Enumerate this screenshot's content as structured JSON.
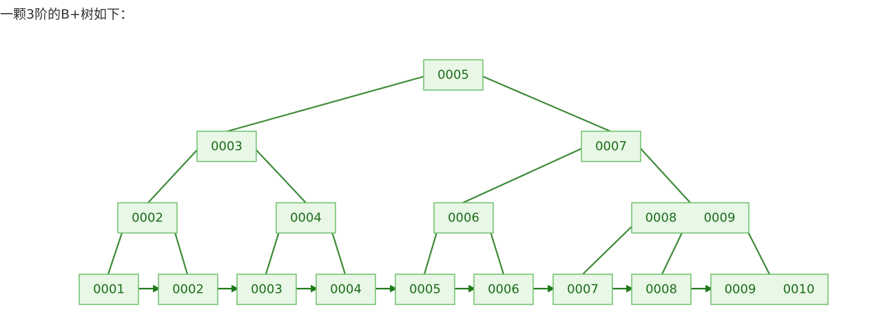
{
  "caption": "一颗3阶的B+树如下：",
  "colors": {
    "node_fill": "#e8f7e6",
    "node_border": "#6fbf6a",
    "edge": "#3c8a36",
    "text": "#1e6b1a",
    "arrow": "#1f7a1a"
  },
  "tree": {
    "root": {
      "keys": [
        "0005"
      ]
    },
    "level1": [
      {
        "keys": [
          "0003"
        ]
      },
      {
        "keys": [
          "0007"
        ]
      }
    ],
    "level2": [
      {
        "keys": [
          "0002"
        ]
      },
      {
        "keys": [
          "0004"
        ]
      },
      {
        "keys": [
          "0006"
        ]
      },
      {
        "keys": [
          "0008",
          "0009"
        ]
      }
    ],
    "leaves": [
      {
        "keys": [
          "0001"
        ]
      },
      {
        "keys": [
          "0002"
        ]
      },
      {
        "keys": [
          "0003"
        ]
      },
      {
        "keys": [
          "0004"
        ]
      },
      {
        "keys": [
          "0005"
        ]
      },
      {
        "keys": [
          "0006"
        ]
      },
      {
        "keys": [
          "0007"
        ]
      },
      {
        "keys": [
          "0008"
        ]
      },
      {
        "keys": [
          "0009",
          "0010"
        ]
      }
    ]
  }
}
